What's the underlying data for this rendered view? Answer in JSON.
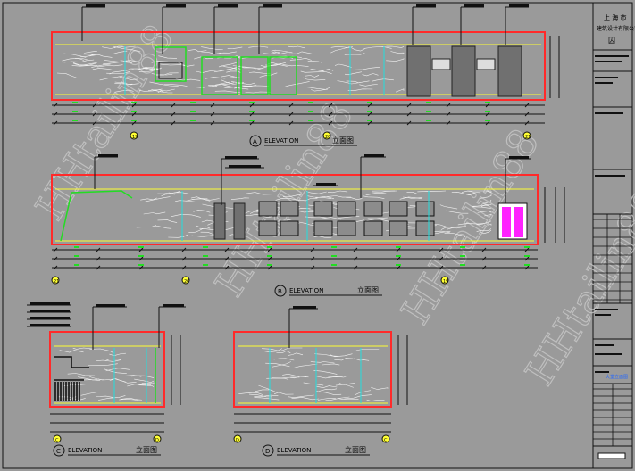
{
  "colors": {
    "paper": "#9a9a9a",
    "frame": "#111111",
    "wall_outline": "#ff2a2a",
    "ceiling": "#ffff33",
    "green": "#22dd22",
    "cyan": "#22dddd",
    "magenta": "#ff22ff",
    "white": "#ffffff",
    "blue_note": "#2266ff"
  },
  "elevations": [
    {
      "id": "A",
      "label": "ELEVATION",
      "cn": "立面图"
    },
    {
      "id": "B",
      "label": "ELEVATION",
      "cn": "立面图"
    },
    {
      "id": "C",
      "label": "ELEVATION",
      "cn": "立面图"
    },
    {
      "id": "D",
      "label": "ELEVATION",
      "cn": "立面图"
    }
  ],
  "grid_labels": {
    "top": [
      "19",
      "20",
      "21"
    ],
    "mid": [
      "21",
      "20",
      "19"
    ],
    "bl": [
      "C",
      "D"
    ],
    "br": [
      "D",
      "C"
    ]
  },
  "title_block": {
    "company": "上 海 市",
    "company2": "建筑设计有限公司",
    "stamp": "囚",
    "note_blue": "大堂立面图"
  },
  "watermark": "HHtailin88"
}
